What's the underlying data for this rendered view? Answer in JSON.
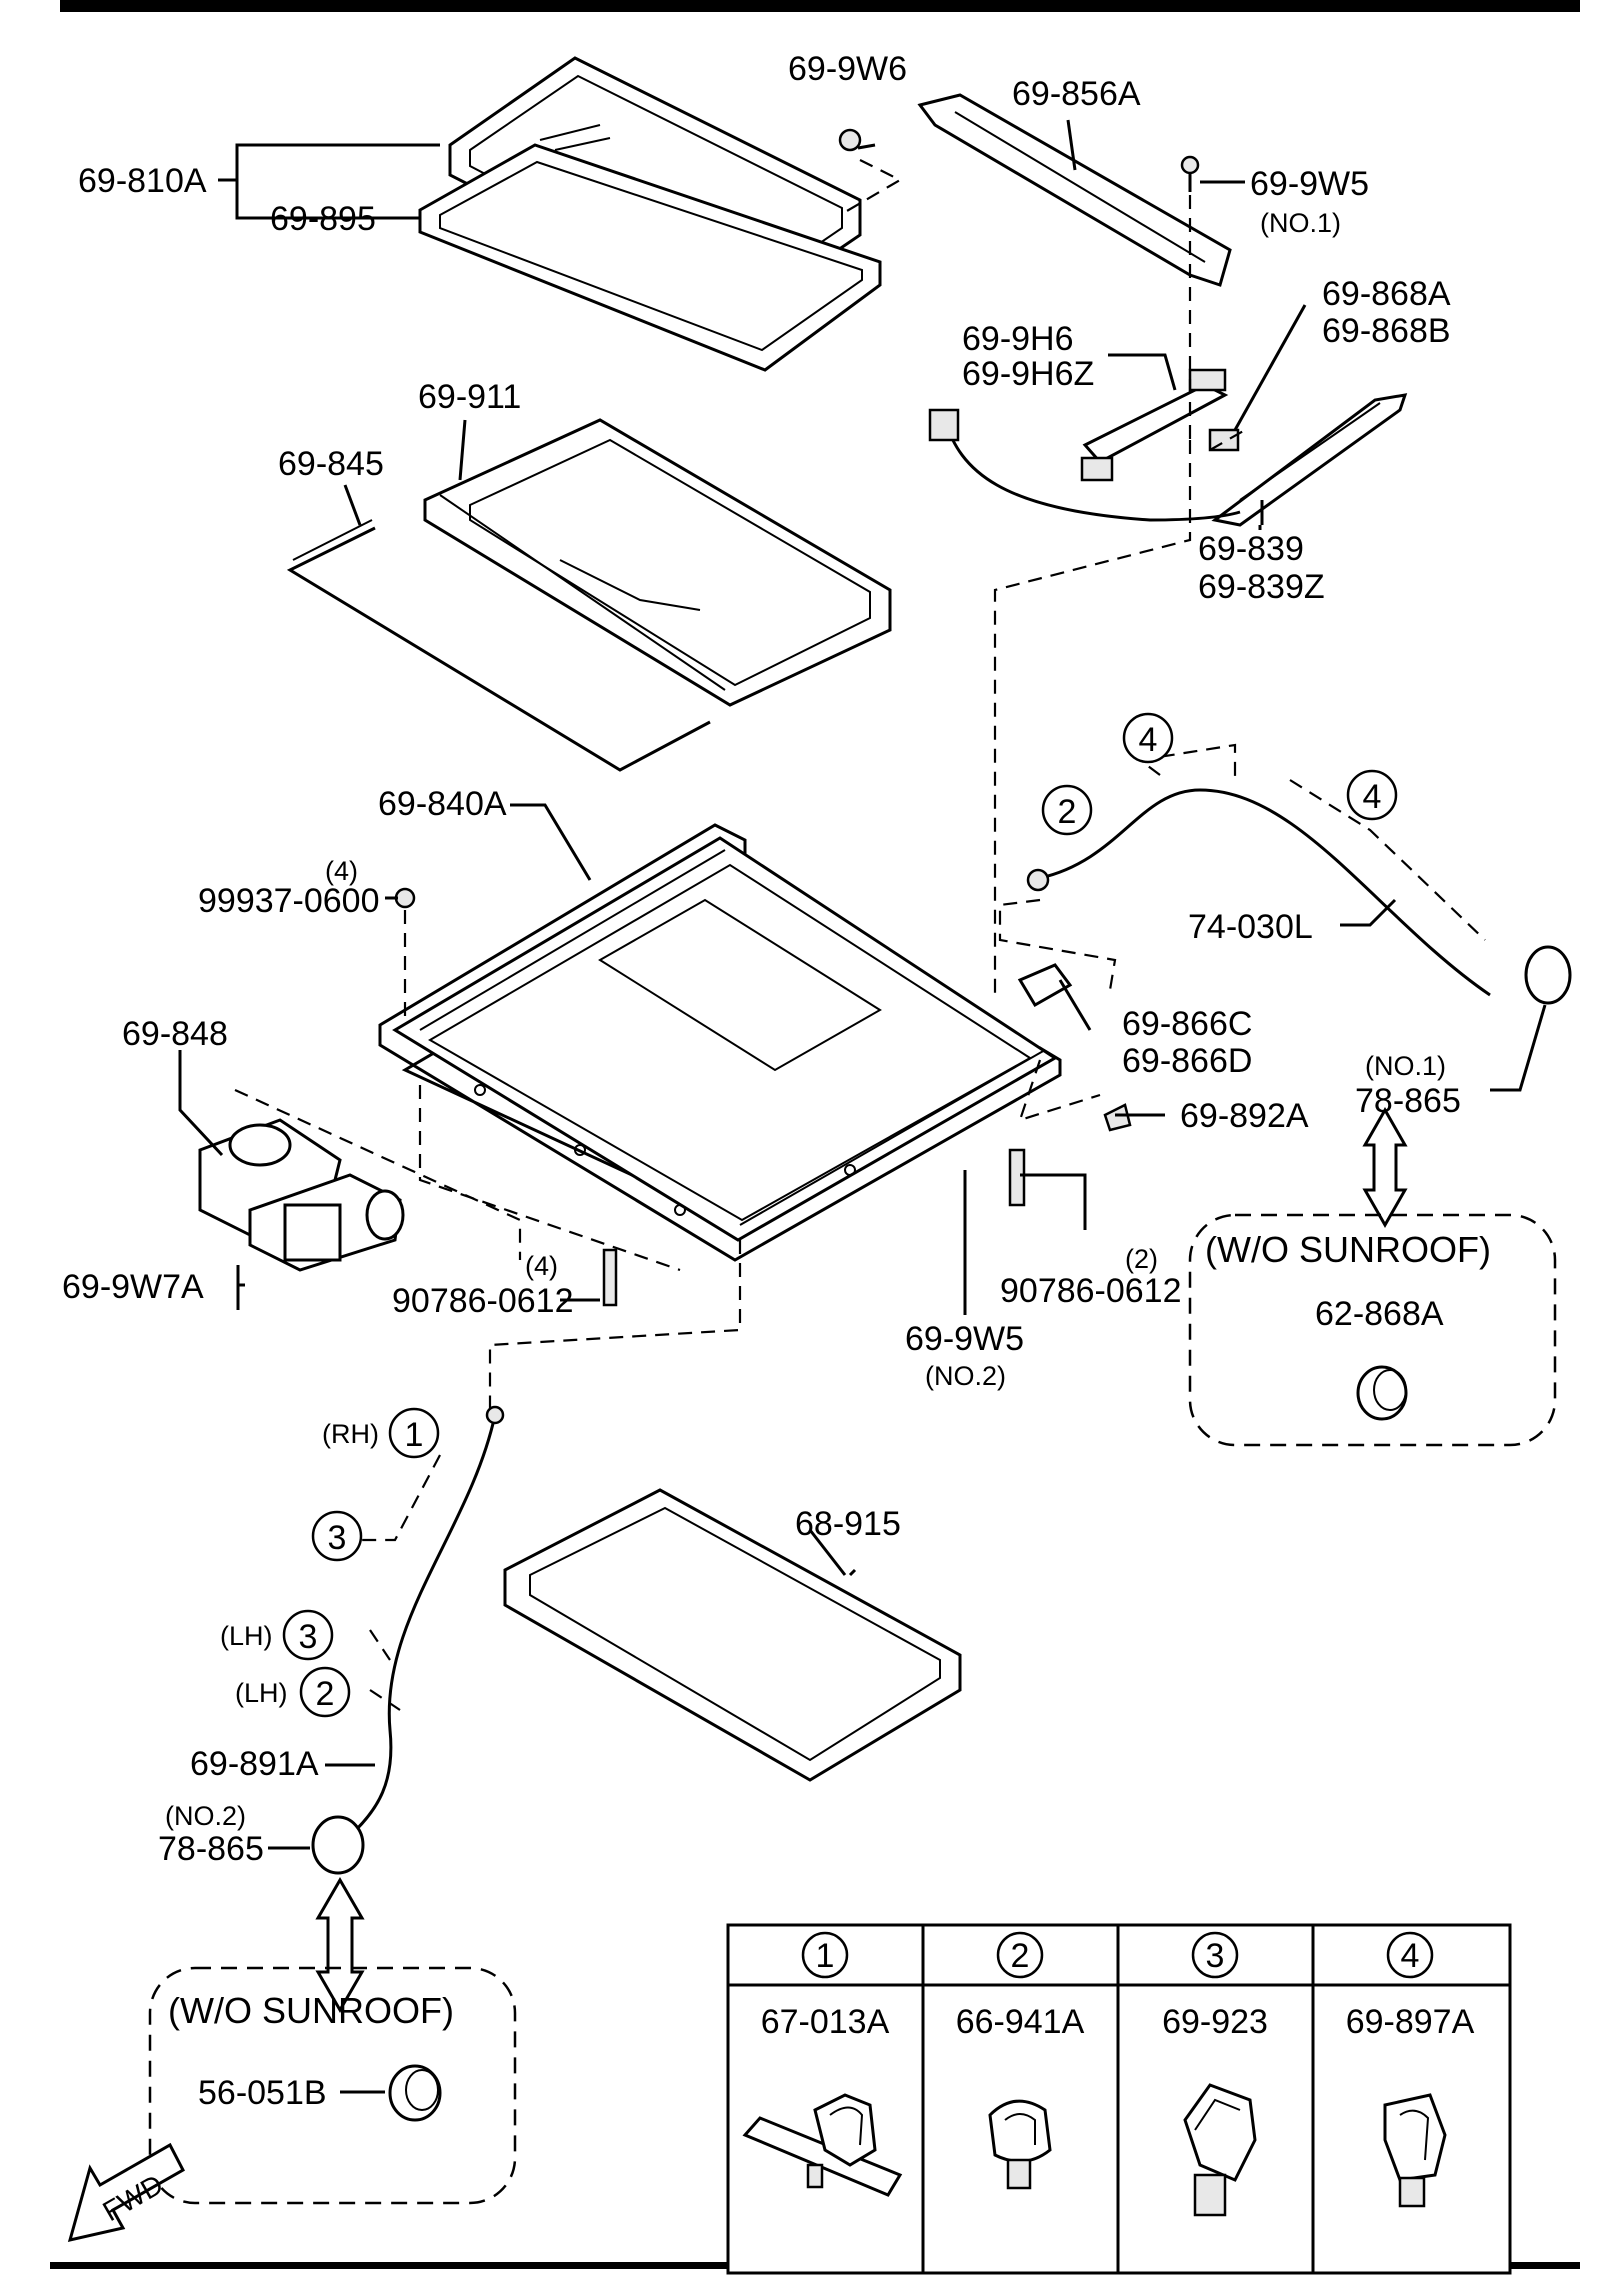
{
  "labels": {
    "p_69_810A": "69-810A",
    "p_69_895": "69-895",
    "p_69_9W6": "69-9W6",
    "p_69_856A": "69-856A",
    "p_69_9W5": "69-9W5",
    "p_no1_a": "(NO.1)",
    "p_69_868A": "69-868A",
    "p_69_868B": "69-868B",
    "p_69_9H6": "69-9H6",
    "p_69_9H6Z": "69-9H6Z",
    "p_69_911": "69-911",
    "p_69_845": "69-845",
    "p_69_839": "69-839",
    "p_69_839Z": "69-839Z",
    "p_69_840A": "69-840A",
    "qty_4_a": "(4)",
    "p_99937_0600": "99937-0600",
    "p_74_030L": "74-030L",
    "p_69_848": "69-848",
    "p_69_866C": "69-866C",
    "p_69_866D": "69-866D",
    "p_69_892A": "69-892A",
    "p_no1_b": "(NO.1)",
    "p_78_865_a": "78-865",
    "qty_4_b": "(4)",
    "p_90786_0612_a": "90786-0612",
    "qty_2": "(2)",
    "p_90786_0612_b": "90786-0612",
    "p_69_9W7A": "69-9W7A",
    "p_69_9W5_b": "69-9W5",
    "p_no2_a": "(NO.2)",
    "p_62_868A": "62-868A",
    "rh": "(RH)",
    "p_68_915": "68-915",
    "lh_a": "(LH)",
    "lh_b": "(LH)",
    "p_69_891A": "69-891A",
    "p_no2_b": "(NO.2)",
    "p_78_865_b": "78-865",
    "p_56_051B": "56-051B",
    "fwd": "FWD"
  },
  "wo_sunroof": "(W/O SUNROOF)",
  "callouts": [
    "1",
    "2",
    "3",
    "4"
  ],
  "clip_table": {
    "headers": [
      "1",
      "2",
      "3",
      "4"
    ],
    "parts": [
      "67-013A",
      "66-941A",
      "69-923",
      "69-897A"
    ]
  }
}
